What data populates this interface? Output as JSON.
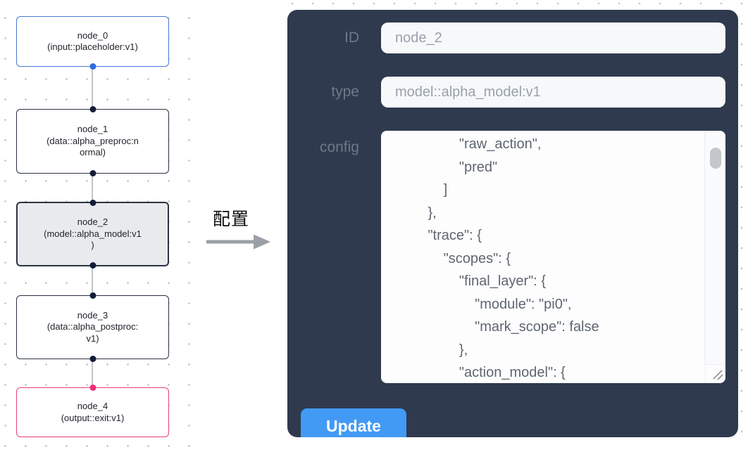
{
  "canvas": {
    "nodes": [
      {
        "title": "node_0",
        "lines": [
          "node_0",
          "(input::placeholder:v1)"
        ]
      },
      {
        "title": "node_1",
        "lines": [
          "node_1",
          "(data::alpha_preproc:n",
          "ormal)"
        ]
      },
      {
        "title": "node_2",
        "lines": [
          "node_2",
          "(model::alpha_model:v1",
          ")"
        ]
      },
      {
        "title": "node_3",
        "lines": [
          "node_3",
          "(data::alpha_postproc:",
          "v1)"
        ]
      },
      {
        "title": "node_4",
        "lines": [
          "node_4",
          "(output::exit:v1)"
        ]
      }
    ]
  },
  "transition": {
    "label": "配置"
  },
  "panel": {
    "id_field": {
      "label": "ID",
      "value": "node_2"
    },
    "type_field": {
      "label": "type",
      "value": "model::alpha_model:v1"
    },
    "config_field": {
      "label": "config",
      "value": "                \"raw_action\",\n                \"pred\"\n            ]\n        },\n        \"trace\": {\n            \"scopes\": {\n                \"final_layer\": {\n                    \"module\": \"pi0\",\n                    \"mark_scope\": false\n                },\n                \"action_model\": {"
    },
    "update_label": "Update"
  },
  "colors": {
    "panel_bg": "#2f3a4e",
    "primary_button": "#429af5",
    "node_input_border": "#4678d8",
    "node_output_border": "#ea3d7d",
    "node_selected_bg": "#e9eaed",
    "port_dark": "#111c36",
    "port_blue": "#2e6ce0",
    "port_pink": "#ee2e7b"
  }
}
